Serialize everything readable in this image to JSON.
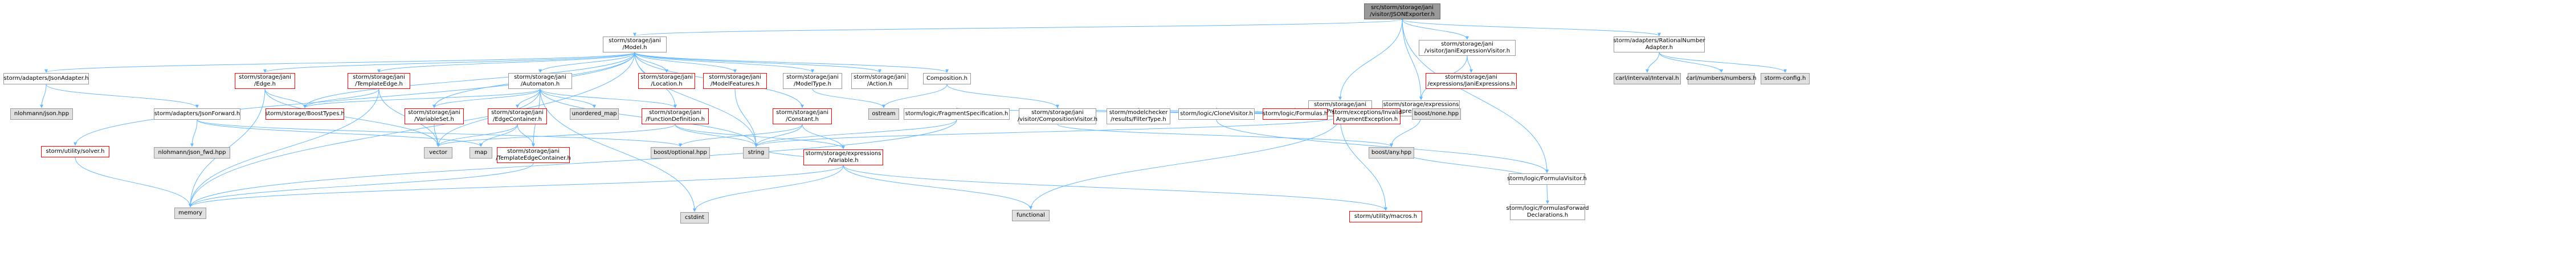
{
  "colors": {
    "edge": "#63b8ff",
    "edge_dark": "#e05050",
    "node_border": "#999999",
    "node_border_red": "#ff0000",
    "external_fill": "#e0e0e0",
    "root_fill": "#999999"
  },
  "nodes": [
    {
      "id": "jsonexporter",
      "label": "src/storm/storage/jani\n/visitor/JSONExporter.h",
      "kind": "root"
    },
    {
      "id": "model",
      "label": "storm/storage/jani\n/Model.h",
      "kind": "normal"
    },
    {
      "id": "property",
      "label": "storm/storage/jani\n/Property.h",
      "kind": "normal"
    },
    {
      "id": "janiexprvisitor",
      "label": "storm/storage/jani\n/visitor/JaniExpressionVisitor.h",
      "kind": "normal"
    },
    {
      "id": "rationalnumber",
      "label": "storm/adapters/RationalNumber\nAdapter.h",
      "kind": "normal"
    },
    {
      "id": "expressionvisitor",
      "label": "storm/storage/expressions\n/ExpressionVisitor.h",
      "kind": "normal"
    },
    {
      "id": "janiexpressions",
      "label": "storm/storage/jani\n/expressions/JaniExpressions.h",
      "kind": "red"
    },
    {
      "id": "jsonadapter",
      "label": "storm/adapters/JsonAdapter.h",
      "kind": "normal"
    },
    {
      "id": "nlohmannjson",
      "label": "nlohmann/json.hpp",
      "kind": "ext"
    },
    {
      "id": "jsonforward",
      "label": "storm/adapters/JsonForward.h",
      "kind": "normal"
    },
    {
      "id": "nlohmannjsonfwd",
      "label": "nlohmann/json_fwd.hpp",
      "kind": "ext"
    },
    {
      "id": "edge",
      "label": "storm/storage/jani\n/Edge.h",
      "kind": "red"
    },
    {
      "id": "templateedge",
      "label": "storm/storage/jani\n/TemplateEdge.h",
      "kind": "red"
    },
    {
      "id": "automaton",
      "label": "storm/storage/jani\n/Automaton.h",
      "kind": "normal"
    },
    {
      "id": "location",
      "label": "storm/storage/jani\n/Location.h",
      "kind": "red"
    },
    {
      "id": "modelfeatures",
      "label": "storm/storage/jani\n/ModelFeatures.h",
      "kind": "red"
    },
    {
      "id": "modeltype",
      "label": "storm/storage/jani\n/ModelType.h",
      "kind": "normal"
    },
    {
      "id": "action",
      "label": "storm/storage/jani\n/Action.h",
      "kind": "normal"
    },
    {
      "id": "composition",
      "label": "Composition.h",
      "kind": "normal"
    },
    {
      "id": "boosttypes",
      "label": "storm/storage/BoostTypes.h",
      "kind": "red"
    },
    {
      "id": "variableset",
      "label": "storm/storage/jani\n/VariableSet.h",
      "kind": "red"
    },
    {
      "id": "edgecontainer",
      "label": "storm/storage/jani\n/EdgeContainer.h",
      "kind": "red"
    },
    {
      "id": "unorderedmap",
      "label": "unordered_map",
      "kind": "ext"
    },
    {
      "id": "functiondefinition",
      "label": "storm/storage/jani\n/FunctionDefinition.h",
      "kind": "red"
    },
    {
      "id": "constant",
      "label": "storm/storage/jani\n/Constant.h",
      "kind": "red"
    },
    {
      "id": "ostream",
      "label": "ostream",
      "kind": "ext"
    },
    {
      "id": "compositionvisitor",
      "label": "storm/storage/jani\n/visitor/CompositionVisitor.h",
      "kind": "normal"
    },
    {
      "id": "templateedgecontainer",
      "label": "storm/storage/jani\n/TemplateEdgeContainer.h",
      "kind": "red"
    },
    {
      "id": "utilitysolver",
      "label": "storm/utility/solver.h",
      "kind": "red"
    },
    {
      "id": "vector",
      "label": "vector",
      "kind": "ext"
    },
    {
      "id": "map",
      "label": "map",
      "kind": "ext"
    },
    {
      "id": "boostoptional",
      "label": "boost/optional.hpp",
      "kind": "ext"
    },
    {
      "id": "string",
      "label": "string",
      "kind": "ext"
    },
    {
      "id": "memory",
      "label": "memory",
      "kind": "ext"
    },
    {
      "id": "cstdint",
      "label": "cstdint",
      "kind": "ext"
    },
    {
      "id": "exprvariable",
      "label": "storm/storage/expressions\n/Variable.h",
      "kind": "red"
    },
    {
      "id": "functional",
      "label": "functional",
      "kind": "ext"
    },
    {
      "id": "utilitymacros",
      "label": "storm/utility/macros.h",
      "kind": "red"
    },
    {
      "id": "fragmentspec",
      "label": "storm/logic/FragmentSpecification.h",
      "kind": "normal"
    },
    {
      "id": "modelchecker",
      "label": "storm/modelchecker\n/results/FilterType.h",
      "kind": "normal"
    },
    {
      "id": "clonevisitor",
      "label": "storm/logic/CloneVisitor.h",
      "kind": "normal"
    },
    {
      "id": "logicformulas",
      "label": "storm/logic/Formulas.h",
      "kind": "red"
    },
    {
      "id": "invalidarg",
      "label": "storm/exceptions/Invalid\nArgumentException.h",
      "kind": "red"
    },
    {
      "id": "boostnone",
      "label": "boost/none.hpp",
      "kind": "ext"
    },
    {
      "id": "boostany",
      "label": "boost/any.hpp",
      "kind": "ext"
    },
    {
      "id": "formulavisitor",
      "label": "storm/logic/FormulaVisitor.h",
      "kind": "normal"
    },
    {
      "id": "formulasforward",
      "label": "storm/logic/FormulasForward\nDeclarations.h",
      "kind": "normal"
    },
    {
      "id": "carlinterval",
      "label": "carl/interval/Interval.h",
      "kind": "ext"
    },
    {
      "id": "carlnumbers",
      "label": "carl/numbers/numbers.h",
      "kind": "ext"
    },
    {
      "id": "stormconfig",
      "label": "storm-config.h",
      "kind": "ext"
    }
  ],
  "edges": [
    [
      "jsonexporter",
      "model"
    ],
    [
      "jsonexporter",
      "property"
    ],
    [
      "jsonexporter",
      "janiexprvisitor"
    ],
    [
      "jsonexporter",
      "rationalnumber"
    ],
    [
      "jsonexporter",
      "expressionvisitor"
    ],
    [
      "jsonexporter",
      "formulavisitor"
    ],
    [
      "model",
      "jsonadapter"
    ],
    [
      "model",
      "edge"
    ],
    [
      "model",
      "templateedge"
    ],
    [
      "model",
      "automaton"
    ],
    [
      "model",
      "location"
    ],
    [
      "model",
      "modelfeatures"
    ],
    [
      "model",
      "modeltype"
    ],
    [
      "model",
      "action"
    ],
    [
      "model",
      "composition"
    ],
    [
      "model",
      "boosttypes"
    ],
    [
      "model",
      "utilitysolver"
    ],
    [
      "model",
      "memory"
    ],
    [
      "model",
      "functiondefinition"
    ],
    [
      "model",
      "constant"
    ],
    [
      "model",
      "string"
    ],
    [
      "model",
      "variableset"
    ],
    [
      "jsonadapter",
      "nlohmannjson"
    ],
    [
      "jsonadapter",
      "jsonforward"
    ],
    [
      "jsonforward",
      "nlohmannjsonfwd"
    ],
    [
      "jsonforward",
      "boostoptional"
    ],
    [
      "jsonforward",
      "map"
    ],
    [
      "edge",
      "boosttypes"
    ],
    [
      "edge",
      "memory"
    ],
    [
      "edge",
      "vector"
    ],
    [
      "templateedge",
      "boosttypes"
    ],
    [
      "templateedge",
      "memory"
    ],
    [
      "templateedge",
      "vector"
    ],
    [
      "automaton",
      "boosttypes"
    ],
    [
      "automaton",
      "variableset"
    ],
    [
      "automaton",
      "edgecontainer"
    ],
    [
      "automaton",
      "unorderedmap"
    ],
    [
      "automaton",
      "functiondefinition"
    ],
    [
      "automaton",
      "templateedgecontainer"
    ],
    [
      "automaton",
      "vector"
    ],
    [
      "automaton",
      "string"
    ],
    [
      "automaton",
      "cstdint"
    ],
    [
      "variableset",
      "vector"
    ],
    [
      "edgecontainer",
      "templateedgecontainer"
    ],
    [
      "edgecontainer",
      "vector"
    ],
    [
      "edgecontainer",
      "map"
    ],
    [
      "functiondefinition",
      "string"
    ],
    [
      "functiondefinition",
      "exprvariable"
    ],
    [
      "functiondefinition",
      "vector"
    ],
    [
      "constant",
      "exprvariable"
    ],
    [
      "constant",
      "boostoptional"
    ],
    [
      "constant",
      "string"
    ],
    [
      "modeltype",
      "ostream"
    ],
    [
      "modelfeatures",
      "string"
    ],
    [
      "composition",
      "compositionvisitor"
    ],
    [
      "composition",
      "ostream"
    ],
    [
      "compositionvisitor",
      "boostany"
    ],
    [
      "templateedgecontainer",
      "memory"
    ],
    [
      "utilitysolver",
      "memory"
    ],
    [
      "exprvariable",
      "memory"
    ],
    [
      "exprvariable",
      "cstdint"
    ],
    [
      "exprvariable",
      "functional"
    ],
    [
      "exprvariable",
      "utilitymacros"
    ],
    [
      "exprvariable",
      "string"
    ],
    [
      "property",
      "fragmentspec"
    ],
    [
      "property",
      "modelchecker"
    ],
    [
      "property",
      "clonevisitor"
    ],
    [
      "property",
      "logicformulas"
    ],
    [
      "property",
      "invalidarg"
    ],
    [
      "property",
      "compositionvisitor"
    ],
    [
      "property",
      "string"
    ],
    [
      "property",
      "functional"
    ],
    [
      "property",
      "utilitymacros"
    ],
    [
      "fragmentspec",
      "string"
    ],
    [
      "fragmentspec",
      "memory"
    ],
    [
      "clonevisitor",
      "formulavisitor"
    ],
    [
      "formulavisitor",
      "formulasforward"
    ],
    [
      "formulavisitor",
      "boostany"
    ],
    [
      "janiexprvisitor",
      "expressionvisitor"
    ],
    [
      "janiexprvisitor",
      "janiexpressions"
    ],
    [
      "expressionvisitor",
      "boostany"
    ],
    [
      "expressionvisitor",
      "boostnone"
    ],
    [
      "rationalnumber",
      "carlinterval"
    ],
    [
      "rationalnumber",
      "carlnumbers"
    ],
    [
      "rationalnumber",
      "stormconfig"
    ]
  ]
}
